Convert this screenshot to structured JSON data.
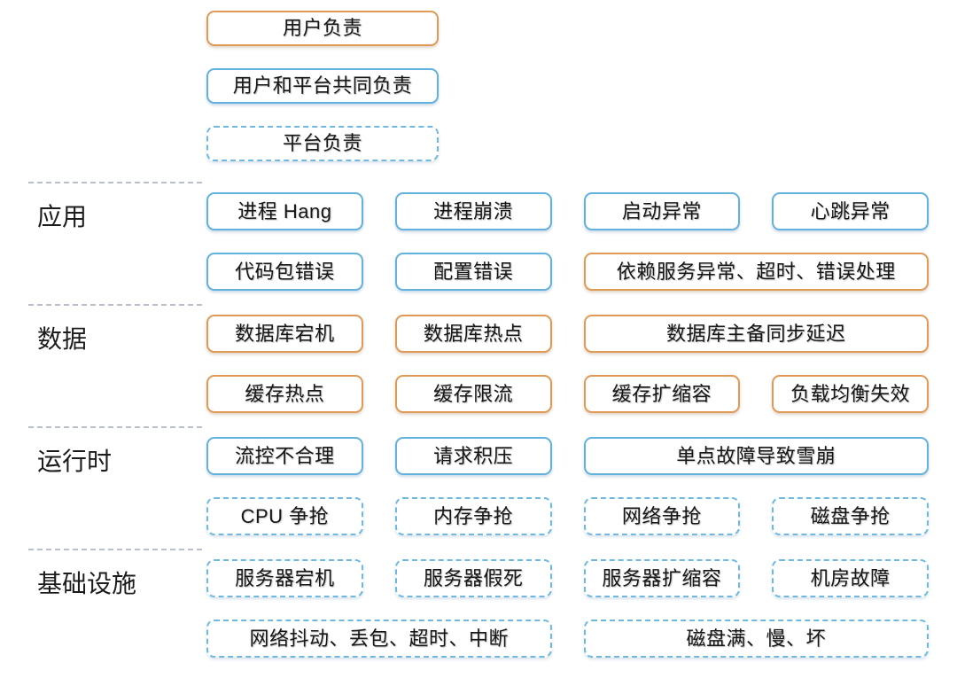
{
  "colors": {
    "orange_border": "#E09A55",
    "blue_border": "#62B2DD",
    "blue_dashed_border": "#6FB9E0",
    "divider": "#b9bfcc",
    "background": "#ffffff",
    "text": "#1a1a1a"
  },
  "legend": {
    "items": [
      {
        "label": "用户负责",
        "style": "orange-solid"
      },
      {
        "label": "用户和平台共同负责",
        "style": "blue-solid"
      },
      {
        "label": "平台负责",
        "style": "blue-dashed"
      }
    ]
  },
  "tiers": [
    {
      "label": "应用",
      "rows": [
        [
          {
            "label": "进程 Hang",
            "style": "blue-solid",
            "span": 1
          },
          {
            "label": "进程崩溃",
            "style": "blue-solid",
            "span": 1
          },
          {
            "label": "启动异常",
            "style": "blue-solid",
            "span": 1
          },
          {
            "label": "心跳异常",
            "style": "blue-solid",
            "span": 1
          }
        ],
        [
          {
            "label": "代码包错误",
            "style": "blue-solid",
            "span": 1
          },
          {
            "label": "配置错误",
            "style": "blue-solid",
            "span": 1
          },
          {
            "label": "依赖服务异常、超时、错误处理",
            "style": "orange-solid",
            "span": 2
          }
        ]
      ]
    },
    {
      "label": "数据",
      "rows": [
        [
          {
            "label": "数据库宕机",
            "style": "orange-solid",
            "span": 1
          },
          {
            "label": "数据库热点",
            "style": "orange-solid",
            "span": 1
          },
          {
            "label": "数据库主备同步延迟",
            "style": "orange-solid",
            "span": 2
          }
        ],
        [
          {
            "label": "缓存热点",
            "style": "orange-solid",
            "span": 1
          },
          {
            "label": "缓存限流",
            "style": "orange-solid",
            "span": 1
          },
          {
            "label": "缓存扩缩容",
            "style": "orange-solid",
            "span": 1
          },
          {
            "label": "负载均衡失效",
            "style": "orange-solid",
            "span": 1
          }
        ]
      ]
    },
    {
      "label": "运行时",
      "rows": [
        [
          {
            "label": "流控不合理",
            "style": "blue-solid",
            "span": 1
          },
          {
            "label": "请求积压",
            "style": "blue-solid",
            "span": 1
          },
          {
            "label": "单点故障导致雪崩",
            "style": "blue-solid",
            "span": 2
          }
        ],
        [
          {
            "label": "CPU 争抢",
            "style": "blue-dashed",
            "span": 1
          },
          {
            "label": "内存争抢",
            "style": "blue-dashed",
            "span": 1
          },
          {
            "label": "网络争抢",
            "style": "blue-dashed",
            "span": 1
          },
          {
            "label": "磁盘争抢",
            "style": "blue-dashed",
            "span": 1
          }
        ]
      ]
    },
    {
      "label": "基础设施",
      "rows": [
        [
          {
            "label": "服务器宕机",
            "style": "blue-dashed",
            "span": 1
          },
          {
            "label": "服务器假死",
            "style": "blue-dashed",
            "span": 1
          },
          {
            "label": "服务器扩缩容",
            "style": "blue-dashed",
            "span": 1
          },
          {
            "label": "机房故障",
            "style": "blue-dashed",
            "span": 1
          }
        ],
        [
          {
            "label": "网络抖动、丢包、超时、中断",
            "style": "blue-dashed",
            "span": 2
          },
          {
            "label": "磁盘满、慢、坏",
            "style": "blue-dashed",
            "span": 2
          }
        ]
      ]
    }
  ]
}
